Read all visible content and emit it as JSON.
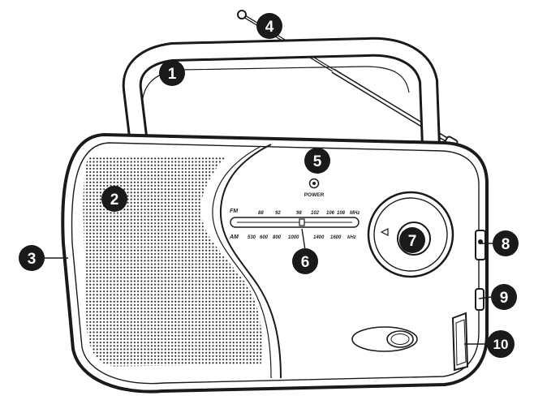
{
  "callouts": [
    {
      "num": "1",
      "part": "handle"
    },
    {
      "num": "2",
      "part": "speaker-grille"
    },
    {
      "num": "3",
      "part": "radio-body"
    },
    {
      "num": "4",
      "part": "telescopic-antenna"
    },
    {
      "num": "5",
      "part": "power-indicator"
    },
    {
      "num": "6",
      "part": "tuning-pointer"
    },
    {
      "num": "7",
      "part": "tuning-knob"
    },
    {
      "num": "8",
      "part": "side-jack"
    },
    {
      "num": "9",
      "part": "side-switch"
    },
    {
      "num": "10",
      "part": "volume-wheel"
    }
  ],
  "dial": {
    "fm_band": "FM",
    "am_band": "AM",
    "fm_unit": "MHz",
    "am_unit": "kHz",
    "fm_marks": [
      "88",
      "92",
      "98",
      "102",
      "106",
      "108"
    ],
    "am_marks": [
      "530",
      "600",
      "800",
      "1000",
      "1400",
      "1600"
    ]
  },
  "power_label": "POWER",
  "colors": {
    "callout_fill": "#1a1a1a",
    "outline": "#1a1a1a",
    "body": "#ffffff"
  }
}
